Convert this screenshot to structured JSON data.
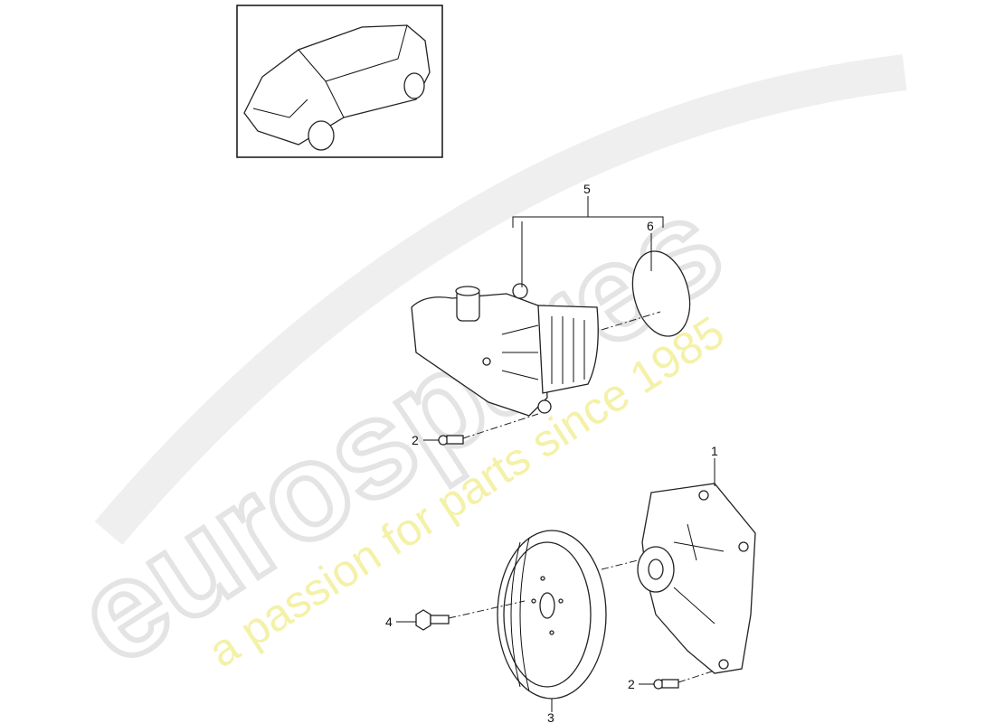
{
  "diagram": {
    "callouts": [
      {
        "id": "5",
        "part": "thermostat-housing"
      },
      {
        "id": "6",
        "part": "o-ring"
      },
      {
        "id": "2",
        "part": "bolt-upper"
      },
      {
        "id": "1",
        "part": "water-pump"
      },
      {
        "id": "3",
        "part": "pulley"
      },
      {
        "id": "4",
        "part": "pulley-bolt"
      },
      {
        "id": "2",
        "part": "bolt-lower"
      }
    ]
  },
  "watermark": {
    "brand": "eurospares",
    "tagline": "a passion for parts since 1985",
    "brand_color": "#e6e6e6",
    "tagline_color": "#f3f0a0"
  }
}
